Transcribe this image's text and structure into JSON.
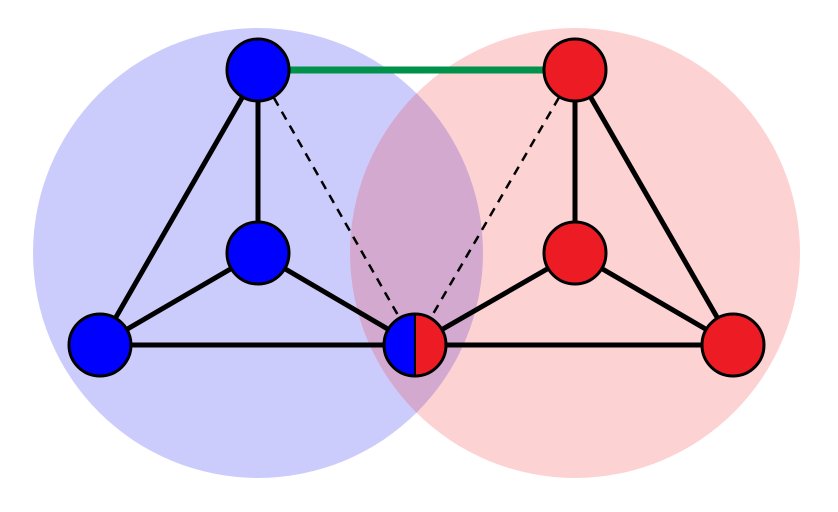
{
  "colors": {
    "blue_region": "#0000ee",
    "red_region": "#ee1c24",
    "blue_node": "#0000ff",
    "red_node": "#ed1c24",
    "edge": "#000000",
    "bridge_edge": "#00924a"
  },
  "graph": {
    "nodes": [
      {
        "id": "b-top",
        "group": "blue"
      },
      {
        "id": "b-mid",
        "group": "blue"
      },
      {
        "id": "b-left",
        "group": "blue"
      },
      {
        "id": "shared",
        "group": "both"
      },
      {
        "id": "r-top",
        "group": "red"
      },
      {
        "id": "r-mid",
        "group": "red"
      },
      {
        "id": "r-right",
        "group": "red"
      }
    ],
    "edges": [
      {
        "from": "b-top",
        "to": "b-left",
        "style": "solid"
      },
      {
        "from": "b-top",
        "to": "b-mid",
        "style": "solid"
      },
      {
        "from": "b-mid",
        "to": "b-left",
        "style": "solid"
      },
      {
        "from": "b-mid",
        "to": "shared",
        "style": "solid"
      },
      {
        "from": "b-left",
        "to": "shared",
        "style": "solid"
      },
      {
        "from": "r-top",
        "to": "r-right",
        "style": "solid"
      },
      {
        "from": "r-top",
        "to": "r-mid",
        "style": "solid"
      },
      {
        "from": "r-mid",
        "to": "r-right",
        "style": "solid"
      },
      {
        "from": "r-mid",
        "to": "shared",
        "style": "solid"
      },
      {
        "from": "shared",
        "to": "r-right",
        "style": "solid"
      },
      {
        "from": "b-top",
        "to": "shared",
        "style": "dashed"
      },
      {
        "from": "r-top",
        "to": "shared",
        "style": "dashed"
      },
      {
        "from": "b-top",
        "to": "r-top",
        "style": "bridge"
      }
    ]
  }
}
